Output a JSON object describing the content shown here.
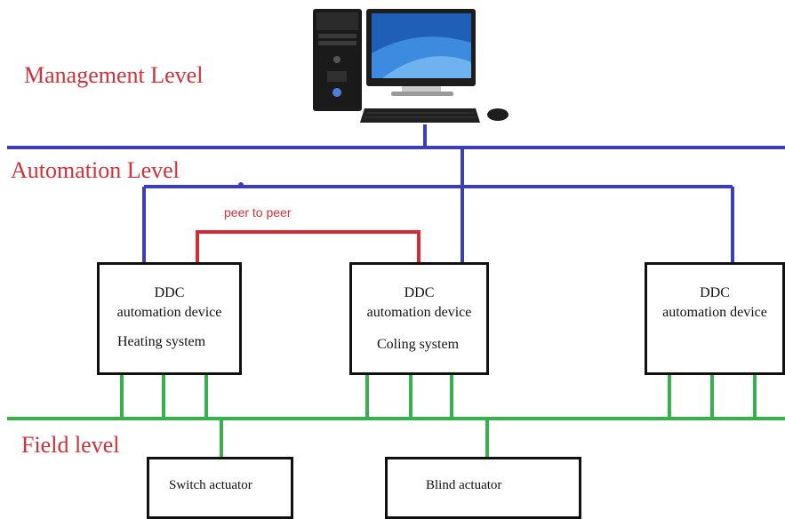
{
  "levels": {
    "management": "Management Level",
    "automation": "Automation Level",
    "field": "Field level"
  },
  "peer_label": "peer to peer",
  "devices": [
    {
      "line1": "DDC",
      "line2": "automation device",
      "line3": "Heating system"
    },
    {
      "line1": "DDC",
      "line2": "automation device",
      "line3": "Coling system"
    },
    {
      "line1": "DDC",
      "line2": "automation device",
      "line3": ""
    }
  ],
  "actuators": [
    {
      "label": "Switch actuator"
    },
    {
      "label": "Blind actuator"
    }
  ],
  "colors": {
    "bus_blue": "#3b3fb6",
    "peer_red": "#d62b34",
    "field_green": "#35b24a",
    "label_red": "#d1313a"
  },
  "icons": [
    "desktop-computer-icon"
  ]
}
